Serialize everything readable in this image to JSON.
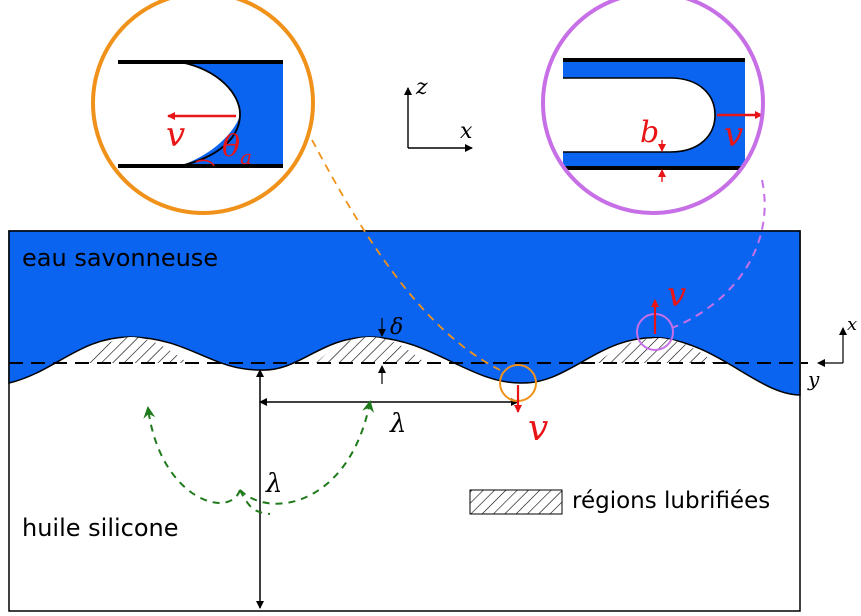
{
  "labels": {
    "water": "eau savonneuse",
    "oil": "huile silicone",
    "lubricated": "régions lubrifiées",
    "v": "v",
    "theta": "θ",
    "theta_sub": "a",
    "b": "b",
    "delta": "δ",
    "lambda": "λ",
    "axis_z": "z",
    "axis_x": "x",
    "axis_y": "y"
  },
  "colors": {
    "water": "#0a64f0",
    "orange": "#f0921a",
    "violet": "#c76fe6",
    "red": "#e81416",
    "green": "#1f7a1a",
    "black": "#000000"
  }
}
